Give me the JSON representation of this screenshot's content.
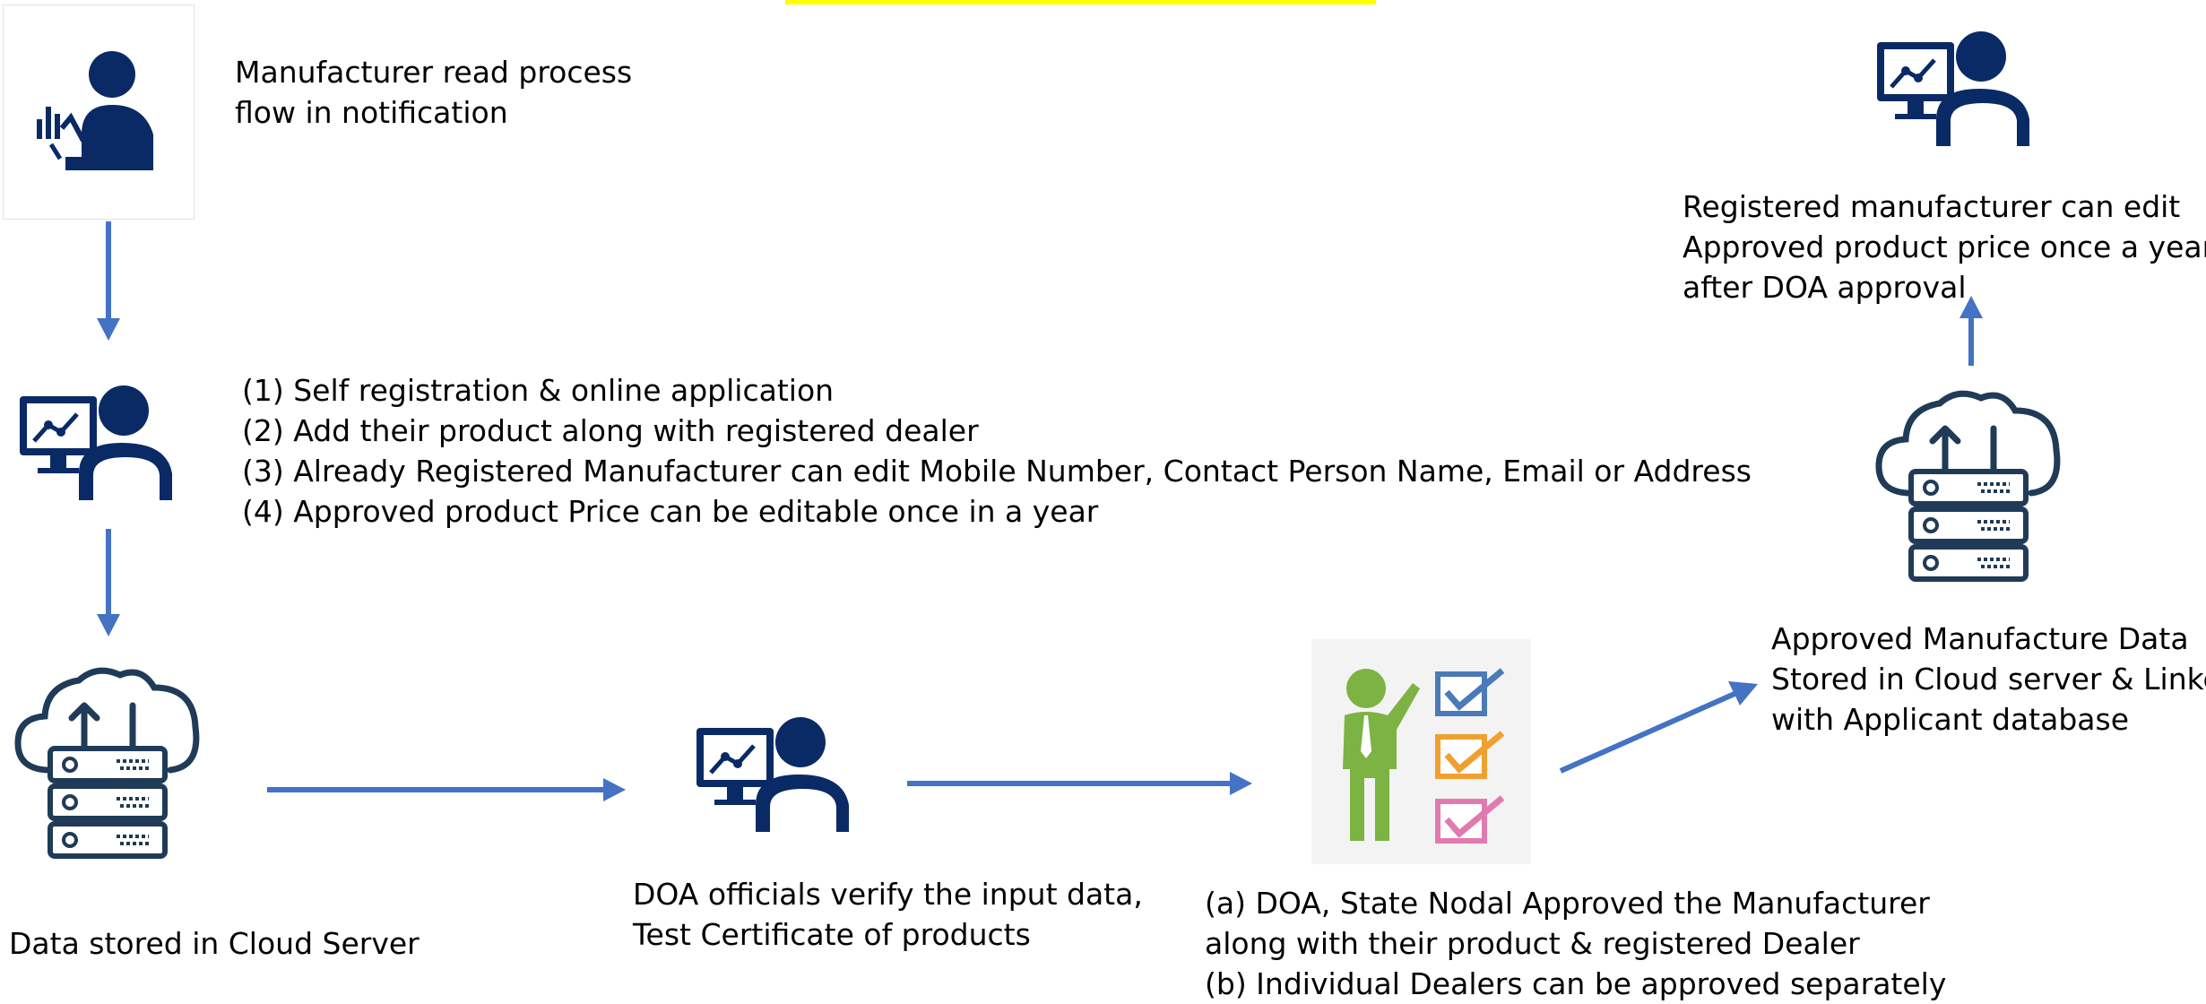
{
  "colors": {
    "icon_navy": "#0a2a66",
    "cloud_navy": "#1f3b57",
    "arrow_blue": "#4472c4",
    "highlight_yellow": "#ffff00",
    "person_green": "#7cb342",
    "check_blue": "#4a7ab8",
    "check_orange": "#f0a030",
    "check_pink": "#e07ab0"
  },
  "icons": {
    "manufacturer": "person-with-chart-icon",
    "applicant": "person-at-computer-icon",
    "cloud_storage": "cloud-server-icon",
    "doa_official": "person-at-computer-icon",
    "approver": "checklist-presenter-icon",
    "registered_manufacturer": "person-at-computer-icon"
  },
  "steps": {
    "manufacturer_read": {
      "lines": [
        "Manufacturer read process",
        "flow in notification"
      ]
    },
    "registration": {
      "lines": [
        "(1) Self registration & online application",
        "(2) Add their product along with registered dealer",
        "(3) Already Registered Manufacturer can edit Mobile Number, Contact Person Name, Email or Address",
        "(4) Approved product Price can be editable once in a year"
      ]
    },
    "cloud_store": {
      "lines": [
        "Data stored in Cloud Server"
      ]
    },
    "doa_verify": {
      "lines": [
        "DOA officials verify the input data,",
        "Test Certificate of products"
      ]
    },
    "approval": {
      "lines": [
        "(a) DOA, State Nodal Approved the Manufacturer",
        "along with their product & registered Dealer",
        "(b) Individual Dealers can be approved separately"
      ]
    },
    "approved_cloud": {
      "lines": [
        "Approved Manufacture Data",
        "Stored in Cloud server & Linked",
        "with Applicant database"
      ]
    },
    "price_edit": {
      "lines": [
        "Registered manufacturer can edit",
        "Approved product price once a year",
        "after DOA approval"
      ]
    }
  }
}
